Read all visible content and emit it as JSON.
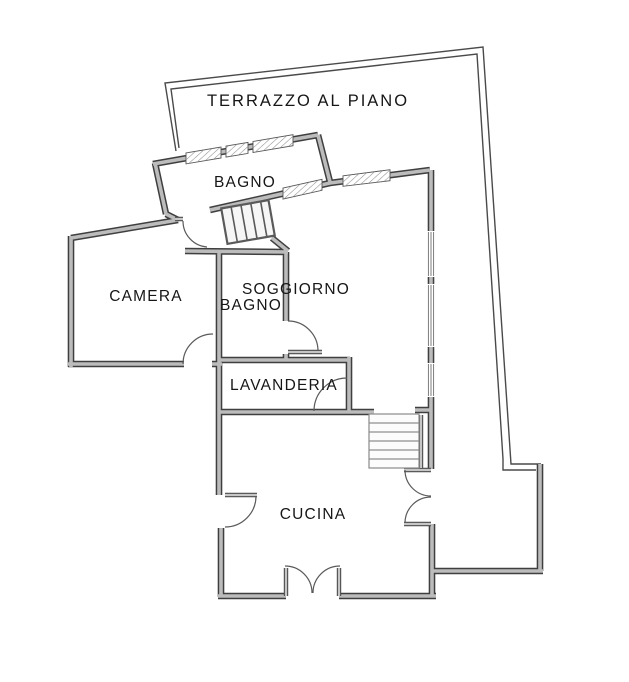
{
  "floor_plan": {
    "rooms": [
      {
        "name": "terrazzo",
        "label": "TERRAZZO AL PIANO"
      },
      {
        "name": "bagno-upper",
        "label": "BAGNO"
      },
      {
        "name": "camera",
        "label": "CAMERA"
      },
      {
        "name": "soggiorno",
        "label": "SOGGIORNO"
      },
      {
        "name": "bagno-middle",
        "label": "BAGNO"
      },
      {
        "name": "lavanderia",
        "label": "LAVANDERIA"
      },
      {
        "name": "cucina",
        "label": "CUCINA"
      }
    ],
    "colors": {
      "background": "#ffffff",
      "wall_edge": "#3f3f3f",
      "wall_fill": "#bcbcbc",
      "thin_line": "#4a4a4a",
      "text": "#161616"
    }
  }
}
